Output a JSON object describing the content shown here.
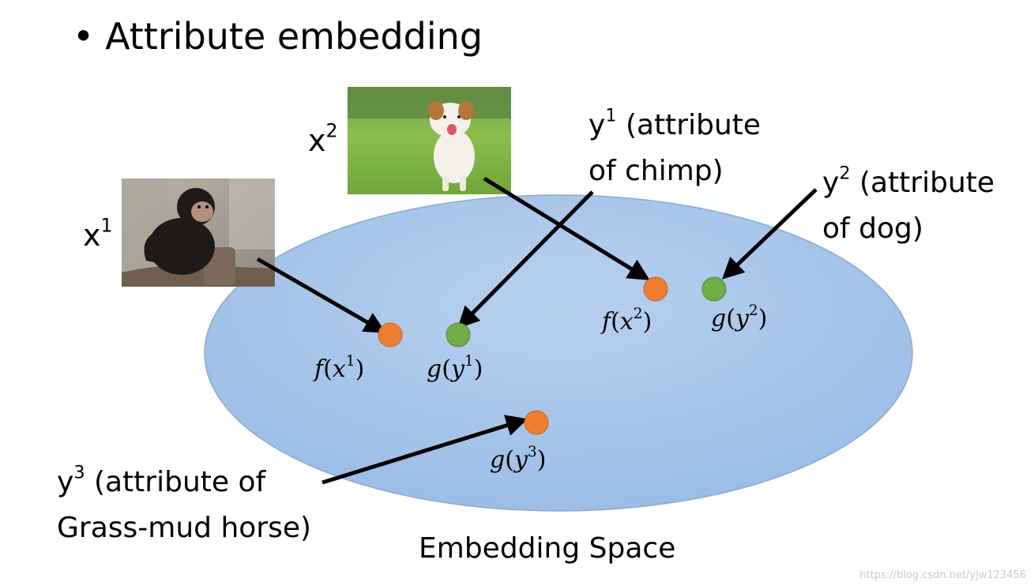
{
  "title": {
    "bullet": "•",
    "text": "Attribute embedding"
  },
  "inputs": [
    {
      "label": "x",
      "sup": "1",
      "image_icon": "chimpanzee-photo"
    },
    {
      "label": "x",
      "sup": "2",
      "image_icon": "dog-photo"
    }
  ],
  "attributes": [
    {
      "label": "y",
      "sup": "1",
      "line1": " (attribute",
      "line2": "of chimp)"
    },
    {
      "label": "y",
      "sup": "2",
      "line1": " (attribute",
      "line2": "of dog)"
    },
    {
      "label": "y",
      "sup": "3",
      "line1": " (attribute of",
      "line2": "Grass-mud horse)"
    }
  ],
  "points": [
    {
      "fn": "f",
      "var": "x",
      "sup": "1"
    },
    {
      "fn": "g",
      "var": "y",
      "sup": "1"
    },
    {
      "fn": "f",
      "var": "x",
      "sup": "2"
    },
    {
      "fn": "g",
      "var": "y",
      "sup": "2"
    },
    {
      "fn": "g",
      "var": "y",
      "sup": "3"
    }
  ],
  "space_label": "Embedding Space",
  "watermark": "https://blog.csdn.net/yjw123456",
  "colors": {
    "ellipse_fill": "#a9c6e8",
    "ellipse_stroke": "#8aaad6",
    "image_point": "#ed7d31",
    "attribute_point": "#70ad47",
    "arrow": "#000000"
  }
}
